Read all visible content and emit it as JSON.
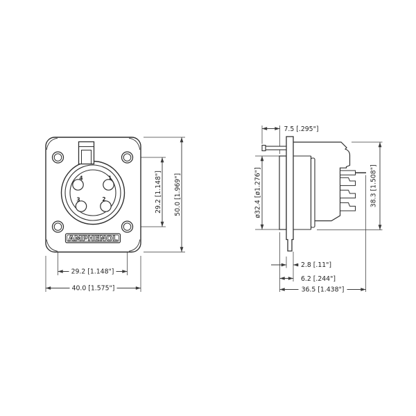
{
  "drawing": {
    "brand": "AMPHENOL",
    "front": {
      "pin1": "1",
      "pin2": "2",
      "pin3": "3",
      "pin4": "4",
      "dim_hole_spacing_v": "29.2 [1.148\"]",
      "dim_height": "50.0 [1.969\"]",
      "dim_hole_spacing_h": "29.2 [1.148\"]",
      "dim_width": "40.0 [1.575\"]"
    },
    "side": {
      "dim_latch_protrusion": "7.5 [.295\"]",
      "dim_barrel_diameter": "ø32.4 [ø1.276\"]",
      "dim_body_height": "38.3 [1.508\"]",
      "dim_flange_thickness": "2.8 [.11\"]",
      "dim_front_depth": "6.2 [.244\"]",
      "dim_total_depth": "36.5 [1.438\"]"
    },
    "line_color": "#2f2f2f"
  }
}
